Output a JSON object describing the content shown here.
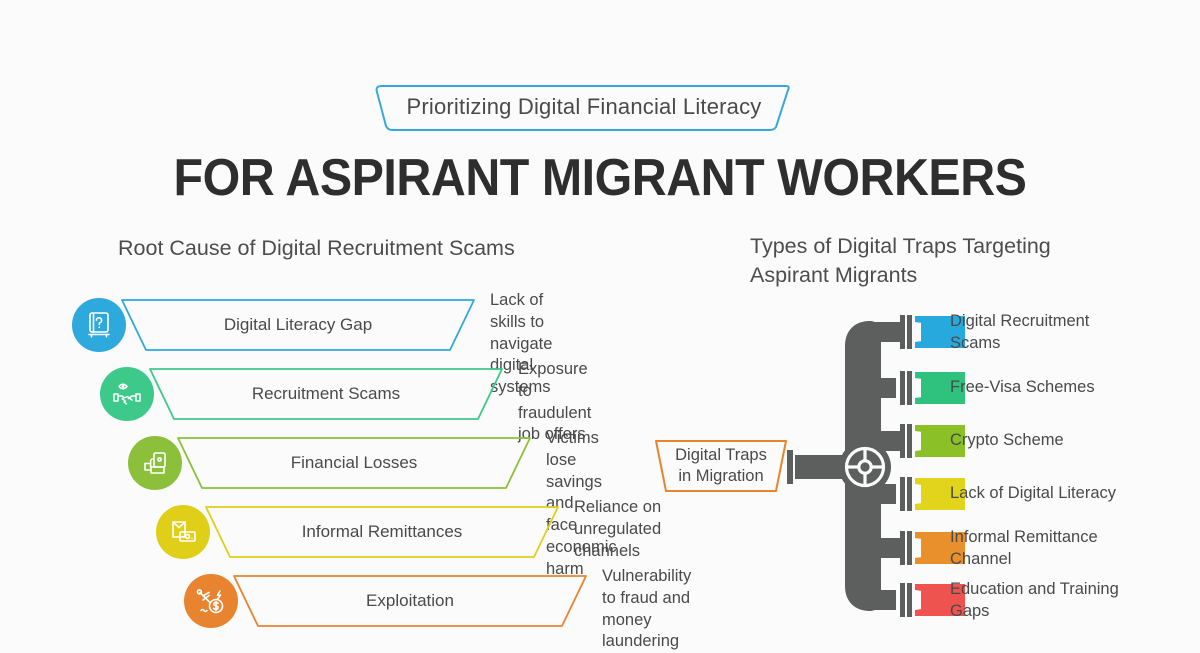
{
  "banner": {
    "text": "Prioritizing Digital Financial Literacy",
    "color": "#35a9dd"
  },
  "title": "FOR ASPIRANT MIGRANT WORKERS",
  "left_section": {
    "heading": "Root Cause of Digital Recruitment Scams",
    "rows": [
      {
        "icon": "book-question-icon",
        "label": "Digital Literacy Gap",
        "desc_line1": "Lack of skills to navigate",
        "desc_line2": "digital systems",
        "color": "#2ea9dd"
      },
      {
        "icon": "eye-handshake-icon",
        "label": "Recruitment Scams",
        "desc_line1": "Exposure to",
        "desc_line2": "fraudulent job offers",
        "color": "#3cc98a"
      },
      {
        "icon": "hand-money-icon",
        "label": "Financial Losses",
        "desc_line1": "Victims lose savings and",
        "desc_line2": "face economic harm",
        "color": "#8cc03a"
      },
      {
        "icon": "envelope-cash-icon",
        "label": "Informal Remittances",
        "desc_line1": "Reliance on unregulated",
        "desc_line2": "channels",
        "color": "#e0cf18"
      },
      {
        "icon": "dollar-shock-icon",
        "label": "Exploitation",
        "desc_line1": "Vulnerability to fraud and",
        "desc_line2": "money laundering",
        "color": "#e88430"
      }
    ]
  },
  "right_section": {
    "heading_line1": "Types of Digital Traps Targeting",
    "heading_line2": "Aspirant Migrants",
    "source_label_line1": "Digital Traps",
    "source_label_line2": "in Migration",
    "source_color": "#e8852b",
    "pipe_color": "#5c5f5e",
    "items": [
      {
        "label_line1": "Digital Recruitment",
        "label_line2": "Scams",
        "color": "#27a9de"
      },
      {
        "label_line1": "Free-Visa Schemes",
        "label_line2": "",
        "color": "#2ec27e"
      },
      {
        "label_line1": "Crypto Scheme",
        "label_line2": "",
        "color": "#8cc027"
      },
      {
        "label_line1": "Lack of Digital Literacy",
        "label_line2": "",
        "color": "#e2d41a"
      },
      {
        "label_line1": "Informal Remittance",
        "label_line2": "Channel",
        "color": "#e9902c"
      },
      {
        "label_line1": "Education and Training",
        "label_line2": "Gaps",
        "color": "#ef5350"
      }
    ]
  }
}
